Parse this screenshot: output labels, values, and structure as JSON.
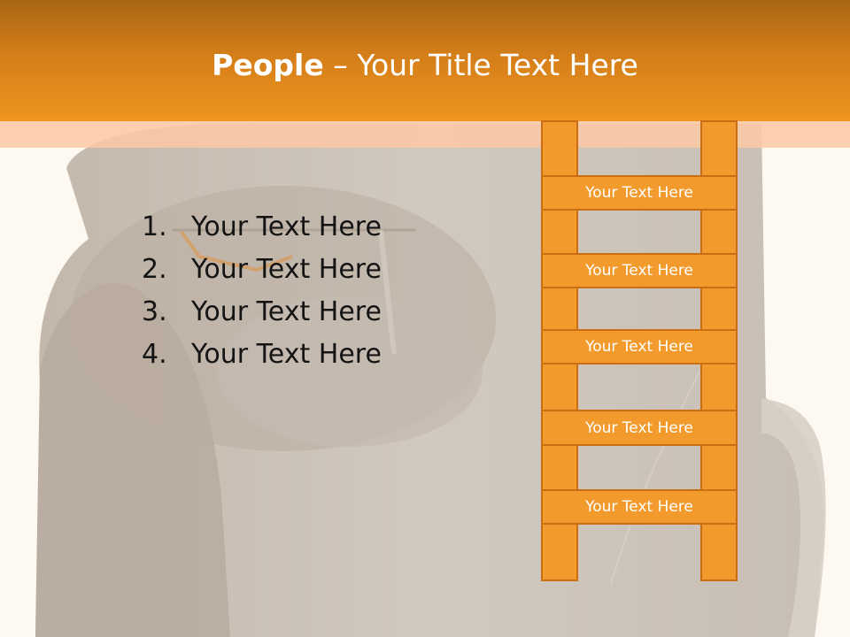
{
  "slide": {
    "title_strong": "People",
    "title_rest": " – Your Title Text Here",
    "list": [
      {
        "num": "1.",
        "text": "Your Text Here"
      },
      {
        "num": "2.",
        "text": "Your Text Here"
      },
      {
        "num": "3.",
        "text": "Your Text Here"
      },
      {
        "num": "4.",
        "text": "Your Text Here"
      }
    ],
    "ladder_rungs": [
      "Your Text Here",
      "Your Text Here",
      "Your Text Here",
      "Your Text Here",
      "Your Text Here"
    ]
  },
  "colors": {
    "header_orange": "#ef951f",
    "accent_stripe": "#f8c8a8",
    "ladder_fill": "#f29b2c",
    "ladder_border": "#c96e12",
    "background": "#fdf8f0"
  }
}
